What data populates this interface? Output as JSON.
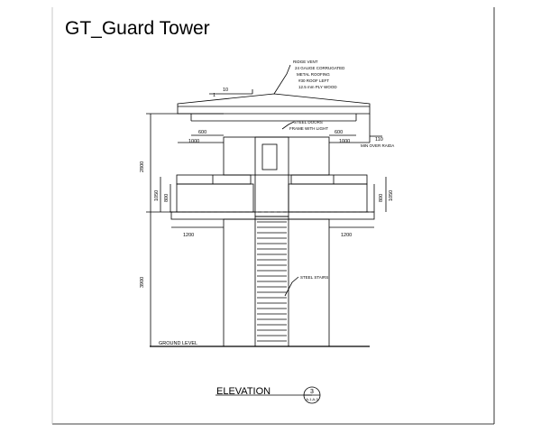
{
  "sheet": {
    "title": "GT_Guard Tower",
    "view_label": "ELEVATION",
    "callout": {
      "number": "3",
      "ref": "A-1,A-3"
    }
  },
  "notes": {
    "ridge_vent": "RIDGE VENT",
    "roofing_1": "24 GAUGE CORRUGATED",
    "roofing_2": "METAL ROOFING",
    "roofing_3": "#30 ROOF LEFT",
    "roofing_4": "12.5 mm PLY WOOD",
    "door_1": "STEEL DOORS",
    "door_2": "FRAME WITH LIGHT",
    "stairs": "STEEL STAIRS",
    "ground": "GROUND LEVEL",
    "overhang": "MIN OVER RAIDA"
  },
  "dims": {
    "slope": "10",
    "slope_unit": "1",
    "d600_left": "600",
    "d600_right": "600",
    "d1000_left": "1000",
    "d1000_right": "1000",
    "d110": "110",
    "d2800": "2800",
    "d1050_left": "1050",
    "d800_left": "800",
    "d800_right": "800",
    "d1050_right": "1050",
    "d1200_left": "1200",
    "d1200_right": "1200",
    "d3900": "3900"
  }
}
